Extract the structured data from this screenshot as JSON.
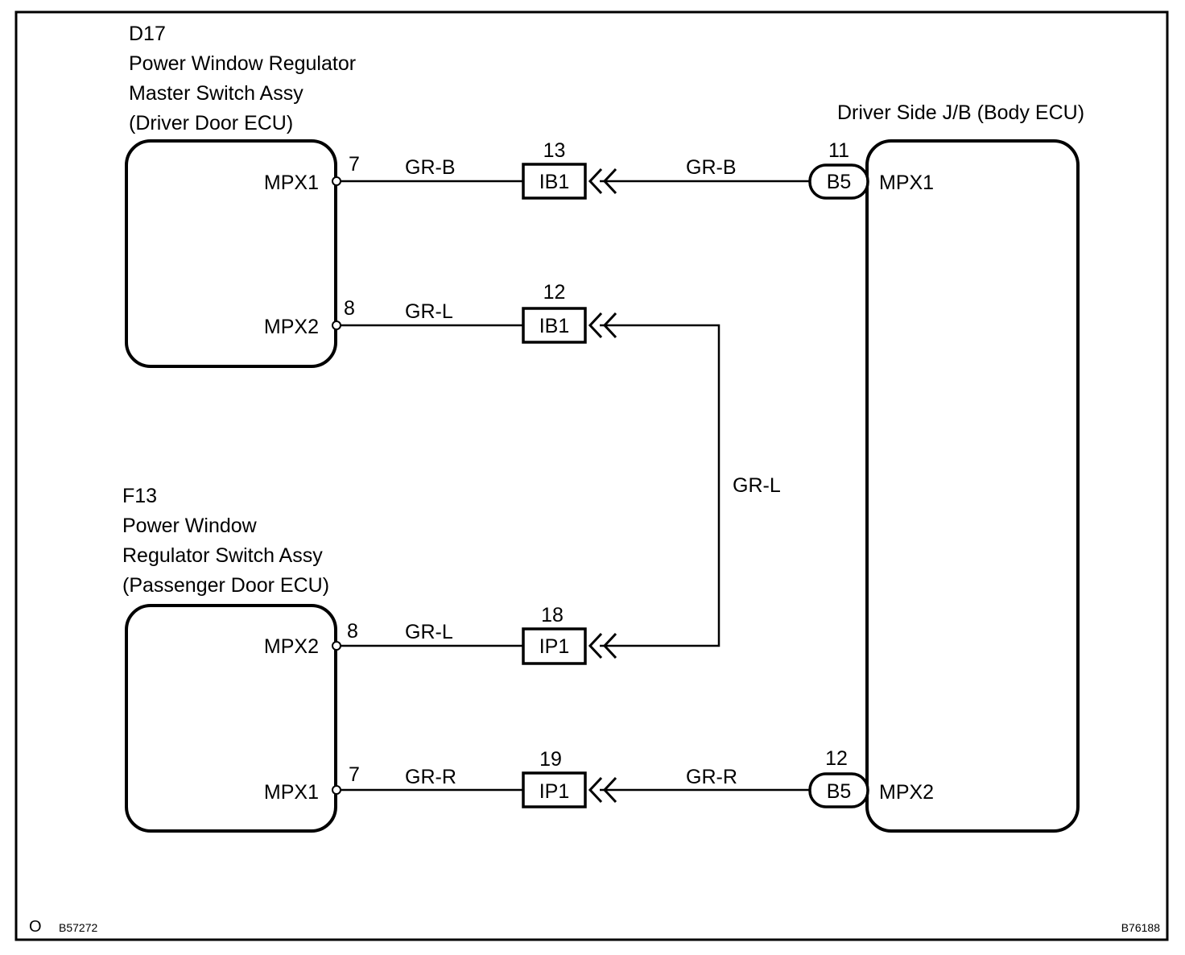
{
  "components": {
    "d17": {
      "code": "D17",
      "name_line1": "Power Window Regulator",
      "name_line2": "Master Switch Assy",
      "name_line3": "(Driver Door ECU)",
      "pin_a": {
        "label": "MPX1",
        "number": "7"
      },
      "pin_b": {
        "label": "MPX2",
        "number": "8"
      }
    },
    "f13": {
      "code": "F13",
      "name_line1": "Power Window",
      "name_line2": "Regulator Switch Assy",
      "name_line3": "(Passenger Door ECU)",
      "pin_a": {
        "label": "MPX2",
        "number": "8"
      },
      "pin_b": {
        "label": "MPX1",
        "number": "7"
      }
    },
    "jb": {
      "name": "Driver Side J/B (Body ECU)",
      "pin_a": {
        "label": "MPX1",
        "number": "11",
        "connector": "B5"
      },
      "pin_b": {
        "label": "MPX2",
        "number": "12",
        "connector": "B5"
      }
    }
  },
  "connectors": [
    {
      "id": "IB1",
      "number": "13"
    },
    {
      "id": "IB1",
      "number": "12"
    },
    {
      "id": "IP1",
      "number": "18"
    },
    {
      "id": "IP1",
      "number": "19"
    }
  ],
  "wires": {
    "w1_left": "GR-B",
    "w1_right": "GR-B",
    "w2_left": "GR-L",
    "w2_vertical": "GR-L",
    "w3_left": "GR-L",
    "w4_left": "GR-R",
    "w4_right": "GR-R"
  },
  "footer": {
    "left_mark": "O",
    "left_code": "B57272",
    "right_code": "B76188"
  }
}
